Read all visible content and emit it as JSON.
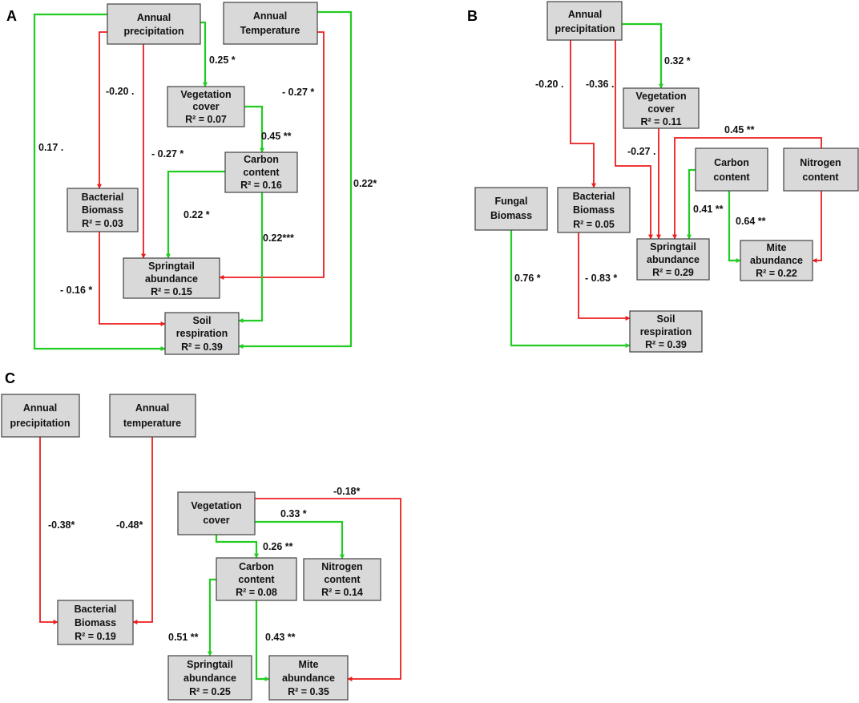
{
  "colors": {
    "positive": "#22cc22",
    "negative": "#ee1c1c",
    "box_fill": "#d9d9d9",
    "box_stroke": "#404040"
  },
  "panels": {
    "A": {
      "label": "A",
      "nodes": {
        "precip": [
          "Annual",
          "precipitation"
        ],
        "temp": [
          "Annual",
          "Temperature"
        ],
        "veg": [
          "Vegetation",
          "cover",
          "R² = 0.07"
        ],
        "carbon": [
          "Carbon",
          "content",
          "R² = 0.16"
        ],
        "bact": [
          "Bacterial",
          "Biomass",
          "R² = 0.03"
        ],
        "spring": [
          "Springtail",
          "abundance",
          "R² = 0.15"
        ],
        "soil": [
          "Soil",
          "respiration",
          "R² = 0.39"
        ]
      },
      "paths": {
        "precip_veg": "0.25 *",
        "precip_bact": "-0.20 .",
        "precip_spring": "- 0.27 *",
        "precip_soil": "0.17 .",
        "temp_spring": "- 0.27 *",
        "temp_soil": "0.22*",
        "veg_carbon": "0.45 **",
        "carbon_spring": "0.22 *",
        "carbon_soil": "0.22***",
        "bact_soil": "- 0.16 *"
      }
    },
    "B": {
      "label": "B",
      "nodes": {
        "precip": [
          "Annual",
          "precipitation"
        ],
        "veg": [
          "Vegetation",
          "cover",
          "R² = 0.11"
        ],
        "fungal": [
          "Fungal",
          "Biomass"
        ],
        "bact": [
          "Bacterial",
          "Biomass",
          "R² = 0.05"
        ],
        "carbon": [
          "Carbon",
          "content"
        ],
        "nitrogen": [
          "Nitrogen",
          "content"
        ],
        "spring": [
          "Springtail",
          "abundance",
          "R² = 0.29"
        ],
        "mite": [
          "Mite",
          "abundance",
          "R² = 0.22"
        ],
        "soil": [
          "Soil",
          "respiration",
          "R² = 0.39"
        ]
      },
      "paths": {
        "precip_veg": "0.32 *",
        "precip_bact": "-0.20 .",
        "precip_spring": "-0.36 .",
        "veg_spring": "-0.27 .",
        "nitrogen_spring": "0.45 **",
        "carbon_spring": "0.41 **",
        "carbon_mite": "0.64 **",
        "fungal_soil": "0.76 *",
        "bact_soil": "- 0.83 *"
      }
    },
    "C": {
      "label": "C",
      "nodes": {
        "precip": [
          "Annual",
          "precipitation"
        ],
        "temp": [
          "Annual",
          "temperature"
        ],
        "veg": [
          "Vegetation",
          "cover"
        ],
        "carbon": [
          "Carbon",
          "content",
          "R² = 0.08"
        ],
        "nitrogen": [
          "Nitrogen",
          "content",
          "R² = 0.14"
        ],
        "bact": [
          "Bacterial",
          "Biomass",
          "R² = 0.19"
        ],
        "spring": [
          "Springtail",
          "abundance",
          "R² = 0.25"
        ],
        "mite": [
          "Mite",
          "abundance",
          "R² = 0.35"
        ]
      },
      "paths": {
        "precip_bact": "-0.38*",
        "temp_bact": "-0.48*",
        "veg_mite": "-0.18*",
        "veg_nitrogen": "0.33 *",
        "veg_carbon": "0.26 **",
        "carbon_spring": "0.51 **",
        "carbon_mite": "0.43 **"
      }
    }
  }
}
